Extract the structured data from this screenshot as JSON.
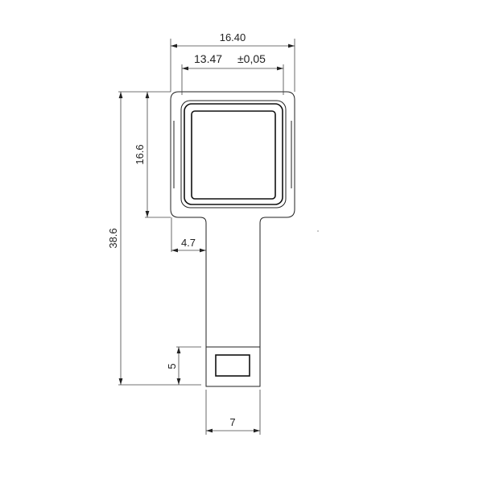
{
  "drawing": {
    "dimensions": {
      "overall_width": "16.40",
      "inner_width": "13.47",
      "inner_width_tolerance": "±0,05",
      "head_height": "16.6",
      "overall_length": "38.6",
      "shoulder_offset": "4.7",
      "tip_length": "5",
      "stem_width": "7"
    }
  }
}
